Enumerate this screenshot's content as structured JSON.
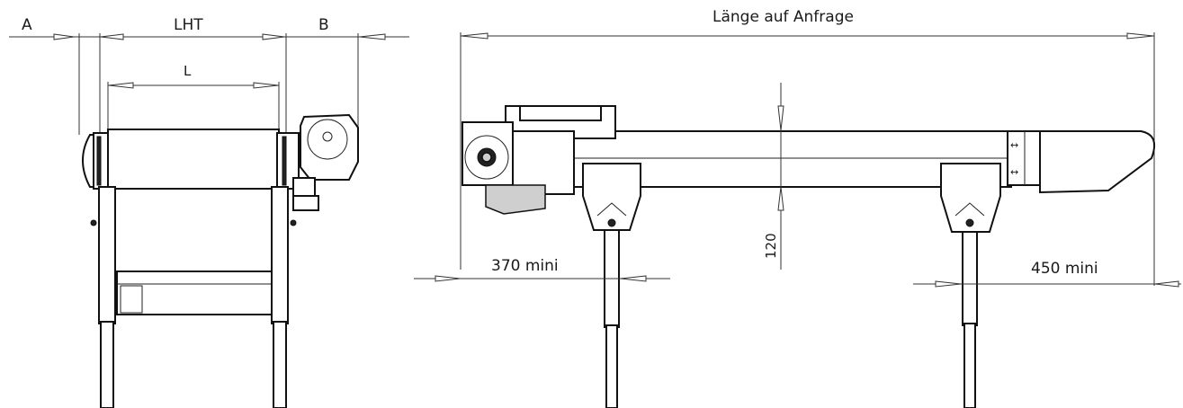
{
  "front_view": {
    "dim_a": "A",
    "dim_lht": "LHT",
    "dim_b": "B",
    "dim_l": "L"
  },
  "side_view": {
    "dim_length": "Länge auf Anfrage",
    "dim_height": "120",
    "dim_left_offset": "370 mini",
    "dim_right_offset": "450 mini"
  }
}
